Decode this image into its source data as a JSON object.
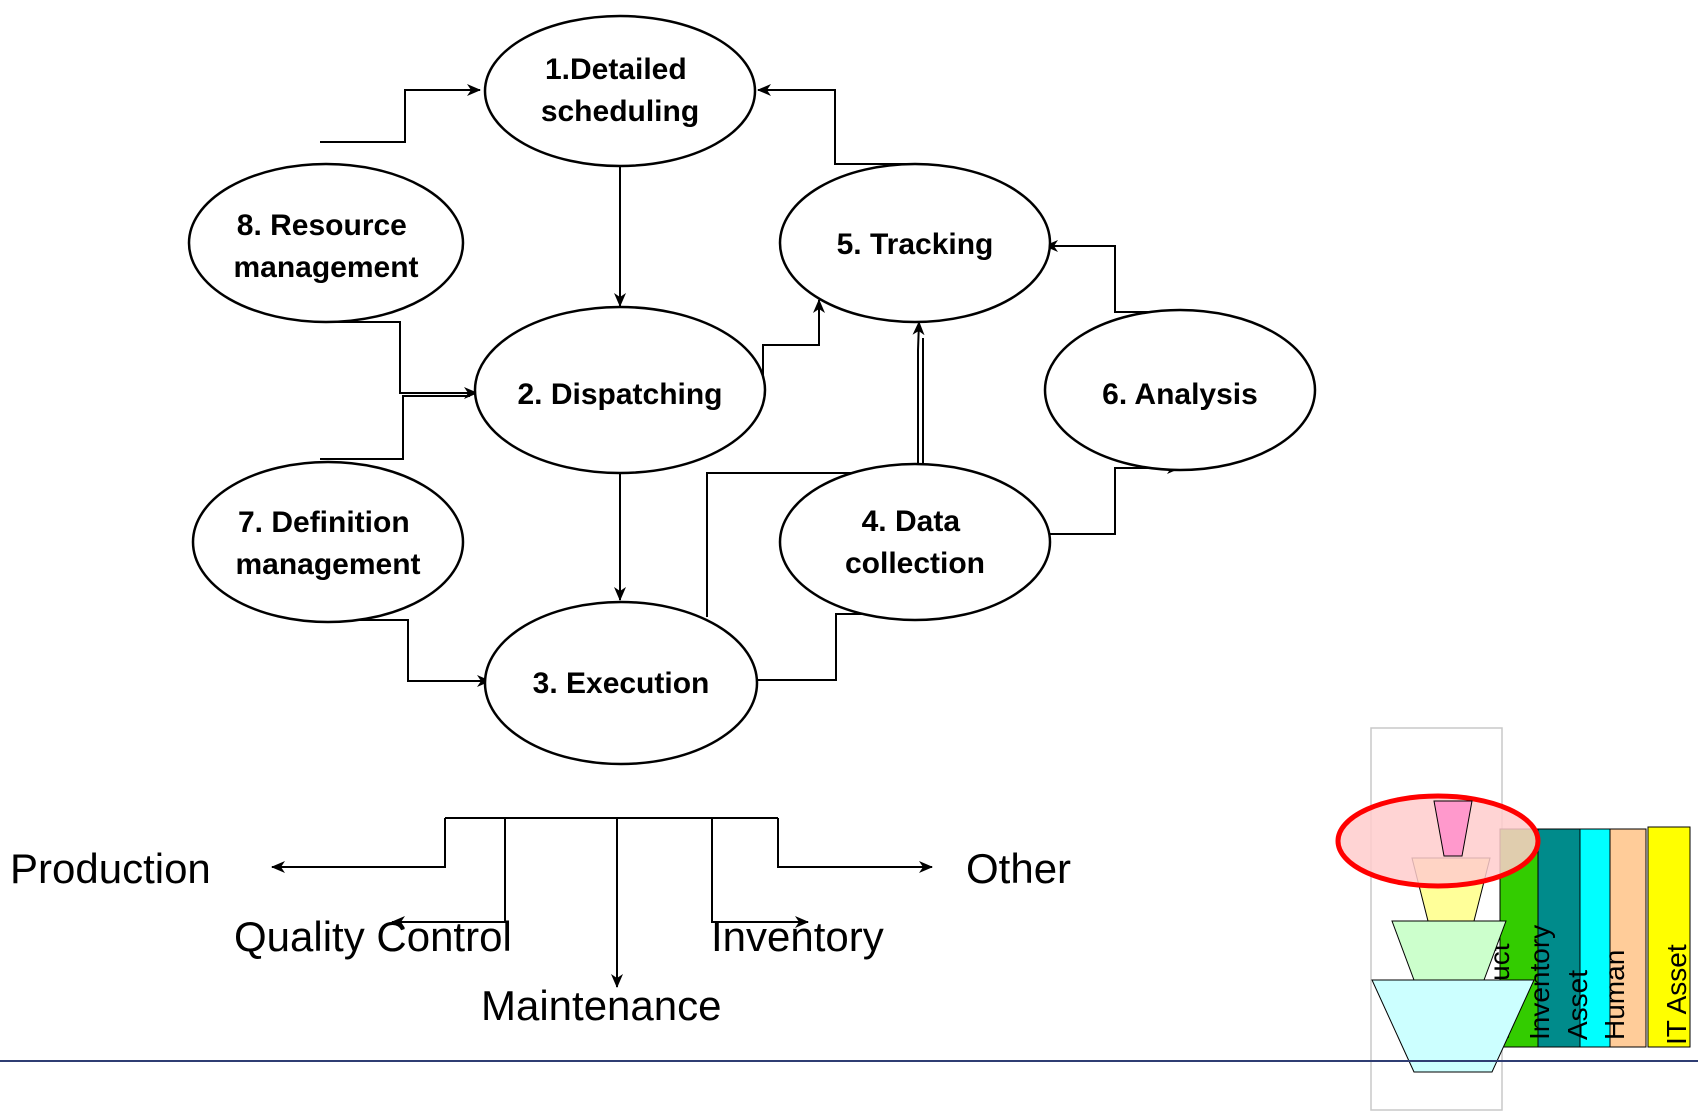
{
  "nodes": [
    {
      "id": "detailed-scheduling",
      "lines": [
        "1.Detailed",
        "scheduling"
      ]
    },
    {
      "id": "dispatching",
      "lines": [
        "2. Dispatching"
      ]
    },
    {
      "id": "execution",
      "lines": [
        "3. Execution"
      ]
    },
    {
      "id": "data-collection",
      "lines": [
        "4. Data",
        "collection"
      ]
    },
    {
      "id": "tracking",
      "lines": [
        "5. Tracking"
      ]
    },
    {
      "id": "analysis",
      "lines": [
        "6. Analysis"
      ]
    },
    {
      "id": "definition-management",
      "lines": [
        "7. Definition",
        "management"
      ]
    },
    {
      "id": "resource-management",
      "lines": [
        "8. Resource",
        "management"
      ]
    }
  ],
  "categories": {
    "production": "Production",
    "quality_control": "Quality Control",
    "maintenance": "Maintenance",
    "inventory": "Inventory",
    "other": "Other"
  },
  "pyramid_labels": [
    "Product",
    "Inventory",
    "Asset",
    "Human",
    "IT Asset"
  ],
  "colors": {
    "bar_green": "#33cc00",
    "bar_teal": "#008b8b",
    "bar_cyan": "#00ffff",
    "bar_peach": "#ffcc99",
    "bar_yellow": "#ffff00",
    "pyr_pink": "#ff99cc",
    "pyr_yellow": "#ffff99",
    "pyr_green": "#ccffcc",
    "pyr_cyan": "#ccffff",
    "highlight_fill": "#ffcccc",
    "highlight_stroke": "#ff0000",
    "footer_rule": "#2f3d73"
  }
}
